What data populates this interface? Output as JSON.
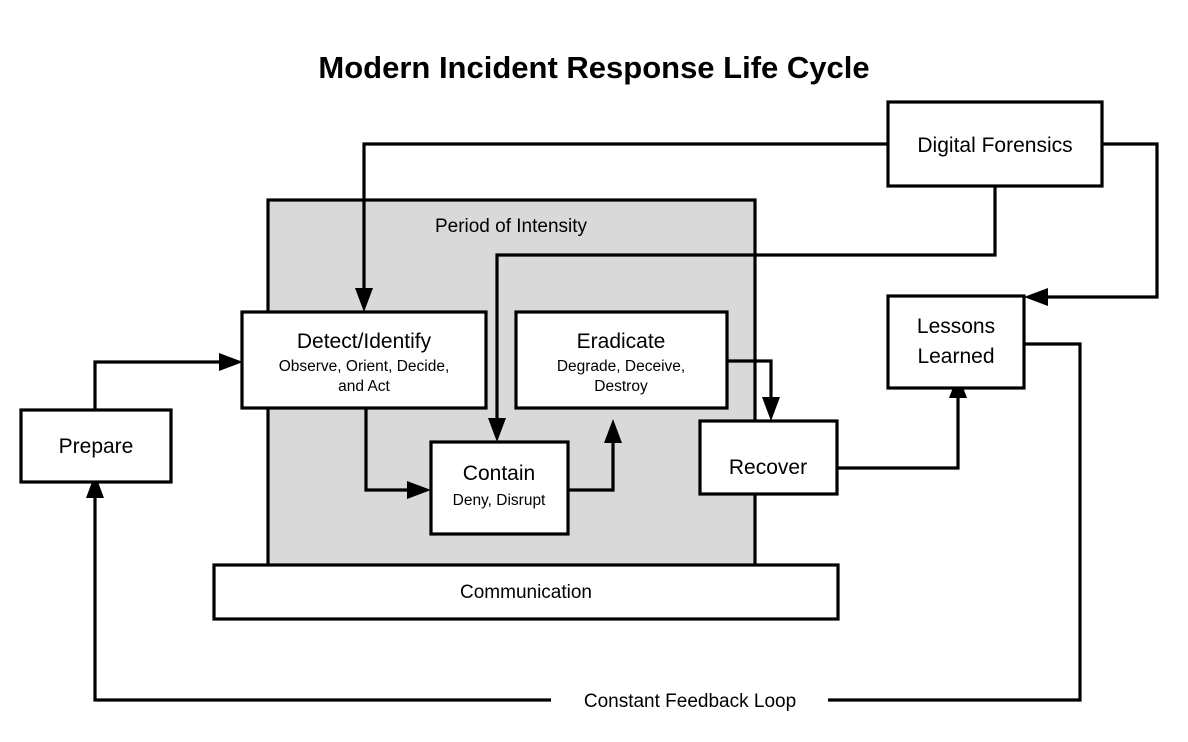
{
  "title": "Modern Incident Response Life Cycle",
  "colors": {
    "background": "#ffffff",
    "stroke": "#000000",
    "box_fill": "#ffffff",
    "zone_fill": "#d9d9d9"
  },
  "zone": {
    "label": "Period of Intensity"
  },
  "boxes": {
    "prepare": {
      "title": "Prepare",
      "subtitle": ""
    },
    "detect": {
      "title": "Detect/Identify",
      "subtitle_line1": "Observe, Orient, Decide,",
      "subtitle_line2": "and Act"
    },
    "eradicate": {
      "title": "Eradicate",
      "subtitle_line1": "Degrade, Deceive,",
      "subtitle_line2": "Destroy"
    },
    "contain": {
      "title": "Contain",
      "subtitle_line1": "Deny, Disrupt"
    },
    "recover": {
      "title": "Recover",
      "subtitle": ""
    },
    "communication": {
      "title": "Communication"
    },
    "digital_forensics": {
      "title": "Digital Forensics"
    },
    "lessons_learned": {
      "title_line1": "Lessons",
      "title_line2": "Learned"
    }
  },
  "labels": {
    "feedback_loop": "Constant Feedback Loop"
  },
  "connections": [
    {
      "name": "prepare-to-detect",
      "from": "prepare",
      "to": "detect",
      "arrow": true
    },
    {
      "name": "detect-to-contain",
      "from": "detect",
      "to": "contain",
      "arrow": true
    },
    {
      "name": "contain-to-eradicate",
      "from": "contain",
      "to": "eradicate",
      "arrow": true
    },
    {
      "name": "eradicate-to-recover",
      "from": "eradicate",
      "to": "recover",
      "arrow": true
    },
    {
      "name": "forensics-to-detect",
      "from": "digital_forensics",
      "to": "detect",
      "arrow": true
    },
    {
      "name": "forensics-to-contain",
      "from": "digital_forensics",
      "to": "contain",
      "arrow": true
    },
    {
      "name": "forensics-to-lessons",
      "from": "digital_forensics",
      "to": "lessons_learned",
      "arrow": true
    },
    {
      "name": "recover-to-lessons",
      "from": "recover",
      "to": "lessons_learned",
      "arrow": true
    },
    {
      "name": "lessons-to-prepare-feedback",
      "from": "lessons_learned",
      "to": "prepare",
      "arrow": true
    }
  ]
}
